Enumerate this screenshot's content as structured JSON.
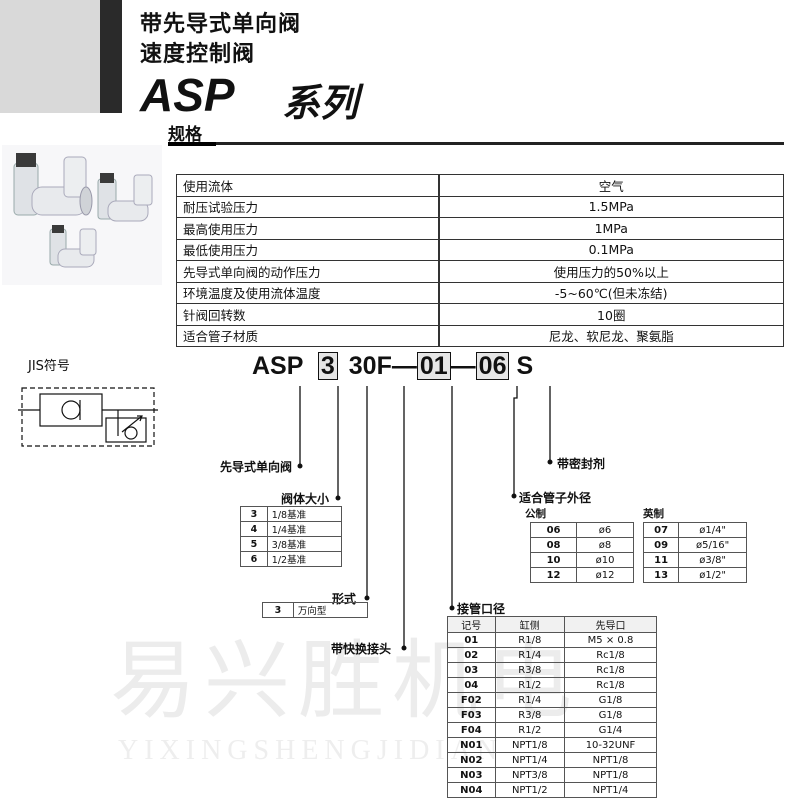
{
  "title": {
    "line1": "带先导式单向阀",
    "line2": "速度控制阀",
    "series_code": "ASP",
    "series_word": "系列"
  },
  "spec_heading": "规格",
  "spec_rows": [
    {
      "item": "使用流体",
      "value": "空气"
    },
    {
      "item": "耐压试验压力",
      "value": "1.5MPa"
    },
    {
      "item": "最高使用压力",
      "value": "1MPa"
    },
    {
      "item": "最低使用压力",
      "value": "0.1MPa"
    },
    {
      "item": "先导式单向阀的动作压力",
      "value": "使用压力的50%以上"
    },
    {
      "item": "环境温度及使用流体温度",
      "value": "-5~60℃(但未冻结)"
    },
    {
      "item": "针阀回转数",
      "value": "10圈"
    },
    {
      "item": "适合管子材质",
      "value": "尼龙、软尼龙、聚氨脂"
    }
  ],
  "jis_label": "JIS符号",
  "model_code": {
    "p1": "ASP",
    "p2": "3",
    "p3": "3",
    "p4": "0",
    "p5": "F",
    "p6": "01",
    "p7": "06",
    "p8": "S"
  },
  "labels": {
    "pilot_check": "先导式单向阀",
    "body_size": "阀体大小",
    "form": "形式",
    "with_fitting": "带快换接头",
    "port_size": "接管口径",
    "tube_od": "适合管子外径",
    "sealant": "带密封剂",
    "metric": "公制",
    "inch": "英制"
  },
  "body_size_rows": [
    {
      "code": "3",
      "desc": "1/8基准"
    },
    {
      "code": "4",
      "desc": "1/4基准"
    },
    {
      "code": "5",
      "desc": "3/8基准"
    },
    {
      "code": "6",
      "desc": "1/2基准"
    }
  ],
  "form_rows": [
    {
      "code": "3",
      "desc": "万向型"
    }
  ],
  "metric_rows": [
    {
      "code": "06",
      "size": "ø6"
    },
    {
      "code": "08",
      "size": "ø8"
    },
    {
      "code": "10",
      "size": "ø10"
    },
    {
      "code": "12",
      "size": "ø12"
    }
  ],
  "inch_rows": [
    {
      "code": "07",
      "size": "ø1/4\""
    },
    {
      "code": "09",
      "size": "ø5/16\""
    },
    {
      "code": "11",
      "size": "ø3/8\""
    },
    {
      "code": "13",
      "size": "ø1/2\""
    }
  ],
  "port_header": {
    "code": "记号",
    "cyl": "缸侧",
    "pilot": "先导口"
  },
  "port_rows": [
    {
      "code": "01",
      "cyl": "R1/8",
      "pilot": "M5 × 0.8"
    },
    {
      "code": "02",
      "cyl": "R1/4",
      "pilot": "Rc1/8"
    },
    {
      "code": "03",
      "cyl": "R3/8",
      "pilot": "Rc1/8"
    },
    {
      "code": "04",
      "cyl": "R1/2",
      "pilot": "Rc1/8"
    },
    {
      "code": "F02",
      "cyl": "R1/4",
      "pilot": "G1/8"
    },
    {
      "code": "F03",
      "cyl": "R3/8",
      "pilot": "G1/8"
    },
    {
      "code": "F04",
      "cyl": "R1/2",
      "pilot": "G1/4"
    },
    {
      "code": "N01",
      "cyl": "NPT1/8",
      "pilot": "10-32UNF"
    },
    {
      "code": "N02",
      "cyl": "NPT1/4",
      "pilot": "NPT1/8"
    },
    {
      "code": "N03",
      "cyl": "NPT3/8",
      "pilot": "NPT1/8"
    },
    {
      "code": "N04",
      "cyl": "NPT1/2",
      "pilot": "NPT1/4"
    }
  ],
  "watermark": {
    "cn": "易兴胜机电",
    "en": "YIXINGSHENGJIDIAN"
  }
}
